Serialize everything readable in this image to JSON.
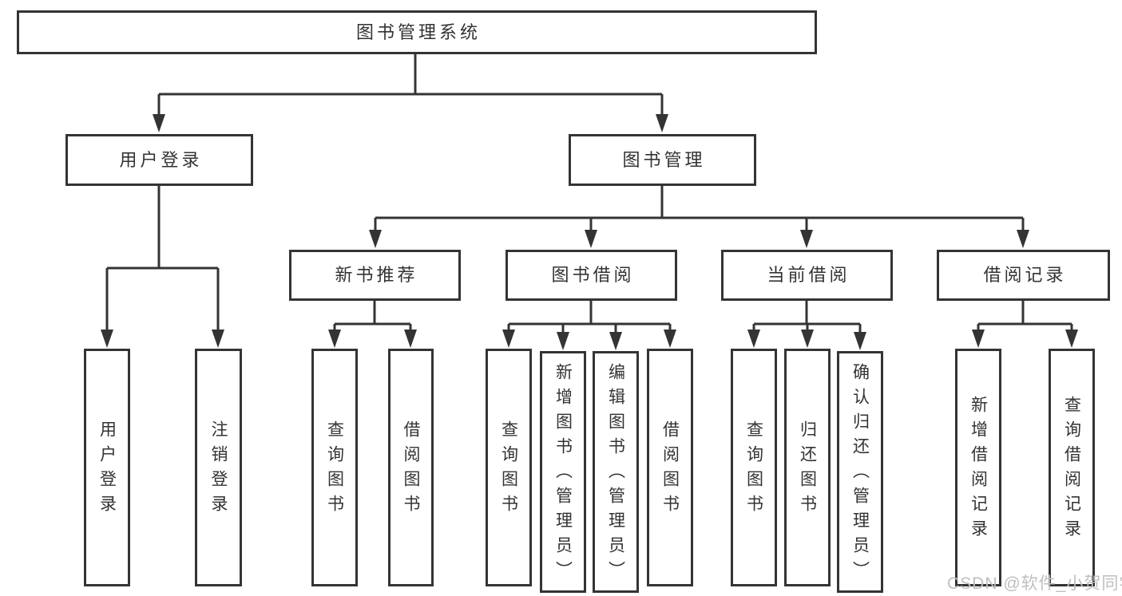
{
  "nodes": {
    "root": "图书管理系统",
    "level2": [
      "用户登录",
      "图书管理"
    ],
    "level3": [
      "新书推荐",
      "图书借阅",
      "当前借阅",
      "借阅记录"
    ],
    "userLogin": [
      "用户登录",
      "注销登录"
    ],
    "newBook": [
      "查询图书",
      "借阅图书"
    ],
    "bookBorrow": [
      "查询图书",
      "新增图书（管理员）",
      "编辑图书（管理员）",
      "借阅图书"
    ],
    "currentBorrow": [
      "查询图书",
      "归还图书",
      "确认归还（管理员）"
    ],
    "borrowRecord": [
      "新增借阅记录",
      "查询借阅记录"
    ]
  },
  "watermark": "CSDN @软件_小贺同学",
  "colors": {
    "line": "#343434",
    "text": "#333333",
    "watermark": "#bfbfbf",
    "background": "#ffffff"
  }
}
